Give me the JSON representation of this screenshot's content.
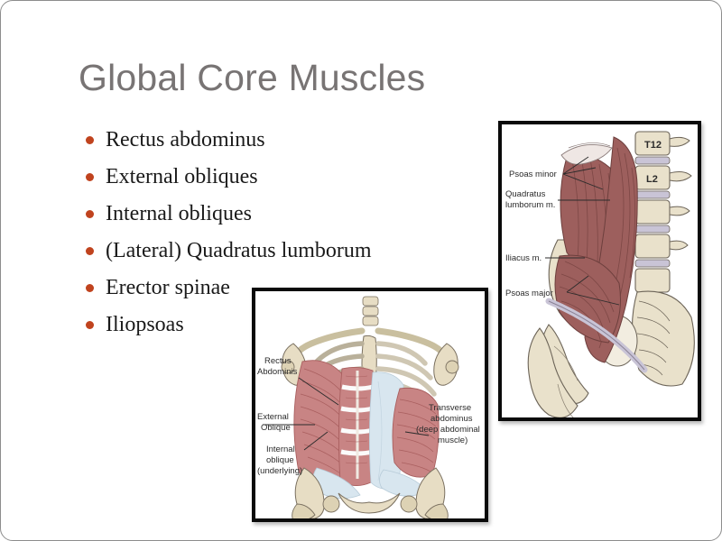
{
  "slide": {
    "title": "Global Core Muscles",
    "accent_color": "#c0431e",
    "title_color": "#787474",
    "background": "#ffffff"
  },
  "bullets": [
    {
      "label": "Rectus abdominus"
    },
    {
      "label": "External obliques"
    },
    {
      "label": "Internal obliques"
    },
    {
      "label": "(Lateral) Quadratus lumborum"
    },
    {
      "label": "Erector spinae"
    },
    {
      "label": "Iliopsoas"
    }
  ],
  "figures": {
    "psoas": {
      "name": "psoas-iliacus-anatomy-figure",
      "labels": {
        "psoas_minor": "Psoas minor",
        "quadratus_1": "Quadratus",
        "quadratus_2": "lumborum m.",
        "iliacus": "Iliacus m.",
        "psoas_major": "Psoas major",
        "vertebra_t12": "T12",
        "vertebra_l2": "L2"
      },
      "colors": {
        "muscle": "#9d5f5d",
        "muscle_dark": "#7d4745",
        "bone": "#e9e1cb",
        "fascia": "#c9c4d6"
      }
    },
    "abdominals": {
      "name": "abdominal-muscles-figure",
      "labels": {
        "rectus_1": "Rectus",
        "rectus_2": "Abdominis",
        "external_1": "External",
        "external_2": "Oblique",
        "internal_1": "Internal",
        "internal_2": "oblique",
        "internal_3": "(underlying)",
        "transverse_1": "Transverse",
        "transverse_2": "abdominus",
        "transverse_3": "(deep abdominal",
        "transverse_4": "muscle)"
      },
      "colors": {
        "muscle": "#c88484",
        "muscle_dark": "#a95f5f",
        "bone": "#e7ddc4",
        "rib": "#f4f1ea",
        "fascia": "#d8e6ef"
      }
    }
  }
}
